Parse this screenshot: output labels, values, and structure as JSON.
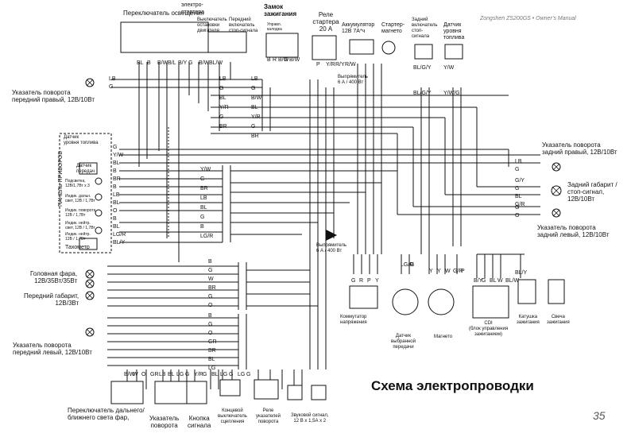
{
  "header": "Zongshen ZS200GS • Owner’s Manual",
  "title": "Схема электропроводки",
  "page_number": "35",
  "top_components": {
    "light_switch": "Переключатель освещения",
    "starter_switch": "электро-\nстартера",
    "engine_stop": "Выключатель\nостановки\nдвигателя",
    "brake_switch": "Передний\nвключатель\nстоп-сигнала",
    "ignition": "Замок\nзажигания",
    "ignition_sub": "Управл.\nкалодка",
    "starter_relay": "Реле\nстартера\n20 А",
    "battery": "Аккумулятор\n12В 7А*ч",
    "starter_motor": "Стартер-\nмагнето",
    "rear_brake_switch": "Задний\nвключатель\nстоп-\nсигнала",
    "fuel_sensor": "Датчик\nуровня\nтоплива",
    "rectifier_top": "Выпрямитель\n6 А / 400 Вт"
  },
  "left_components": {
    "turn_front_right": "Указатель поворота\nпередний правый, 12В/10Вт",
    "dash_title": "ПАНЕЛЬ ПРИБОРОВ",
    "fuel_level": "Датчик\nуровня топлива",
    "gear_sensor": "Датчик\nпередач",
    "backlight": "Подсветка,\n12В/1,7Вт х 3",
    "ind_high": "Индик. дальн.\nсвет, 12В / 1,7Вт",
    "ind_turn": "Индик. поворота\n12В / 1,7Вт",
    "ind_low": "Индик. нейтр.\nсвет, 12В / 1,7Вт",
    "ind_neutral": "Индик. нейтр.\n12В / 1,7Вт",
    "tachometer": "Тахометр",
    "headlight": "Головная фара,\n12В/35Вт/35Вт",
    "front_position": "Передний габарит,\n12В/3Вт",
    "turn_front_left": "Указатель поворота\nпередний левый, 12В/10Вт"
  },
  "right_components": {
    "turn_rear_right": "Указатель поворота\nзадний правый, 12В/10Вт",
    "rear_light": "Задний габарит /\nстоп-сигнал,\n12В/10Вт",
    "turn_rear_left": "Указатель поворота\nзадний левый, 12В/10Вт",
    "rectifier": "Выпрямитель\n6 А / 400 Вт",
    "regulator": "Коммутатор\nнапряжения",
    "gear_pos": "Датчик\nвыбранной\nпередачи",
    "magneto": "Магнето",
    "cdi": "CDI\n(блок управления\nзажиганием)",
    "ign_coil": "Катушка\nзажигания",
    "spark_plug": "Свеча\nзажигания"
  },
  "bottom_components": {
    "dimmer": "Переключатель дальнего/\nближнего света фар,",
    "turn_switch": "Указатель\nповорота",
    "horn_button": "Кнопка\nсигнала",
    "clutch_switch": "Концевой\nвыключатель\nсцепления",
    "flasher": "Реле\nуказателей\nповорота",
    "horn": "Звуковой сигнал,\n12 В х 1,5А х 2"
  },
  "wire_codes": {
    "light_switch": [
      "BL",
      "B",
      "B/W",
      "B/L",
      "B/Y",
      "G",
      "B/W",
      "BL/W"
    ],
    "top_center": [
      "LB",
      "G",
      "BL",
      "Y/R",
      "G",
      "BR"
    ],
    "top_center_right": [
      "LB",
      "G",
      "B/W",
      "BL",
      "Y/R",
      "G",
      "BR"
    ],
    "ignition": [
      "B",
      "R",
      "B/W",
      "G",
      "B/W"
    ],
    "relay": [
      "P",
      "Y/R",
      "R/Y",
      "R/W"
    ],
    "rear_brake": [
      "BL/G/Y",
      "BL/G/Y"
    ],
    "fuel": [
      "Y/W",
      "Y/W/G"
    ],
    "top_left": [
      "LB",
      "G"
    ],
    "dash": [
      "G",
      "Y/W",
      "BL",
      "B",
      "BR",
      "B",
      "LB",
      "BL",
      "O",
      "B",
      "BL",
      "LG/R",
      "BL/Y"
    ],
    "dash_connector": [
      "Y/W",
      "G",
      "BR",
      "LB",
      "BL",
      "G",
      "B",
      "LG/R"
    ],
    "right_top": [
      "LB",
      "G"
    ],
    "right_mid": [
      "G/Y",
      "G",
      "BL",
      "G/R"
    ],
    "right_bot": [
      "G",
      "O"
    ],
    "left_mid": [
      "B",
      "G",
      "W",
      "BR",
      "G",
      "O"
    ],
    "left_lower": [
      "B",
      "G",
      "O",
      "GR",
      "BR",
      "BL",
      "LG"
    ],
    "bottom": [
      "B/W",
      "W",
      "O",
      "GR",
      "LB",
      "BL",
      "LG",
      "G",
      "Y/R",
      "G",
      "BL",
      "LG",
      "G",
      "LG",
      "G"
    ],
    "regulator": [
      "G",
      "R",
      "P",
      "Y"
    ],
    "gear_pos": [
      "LG/R",
      "G"
    ],
    "magneto": [
      "Y",
      "Y",
      "W",
      "G/R",
      "P"
    ],
    "cdi": [
      "B/Y",
      "G",
      "BL",
      "W",
      "BL/W"
    ],
    "coil": [
      "BL/Y"
    ]
  }
}
